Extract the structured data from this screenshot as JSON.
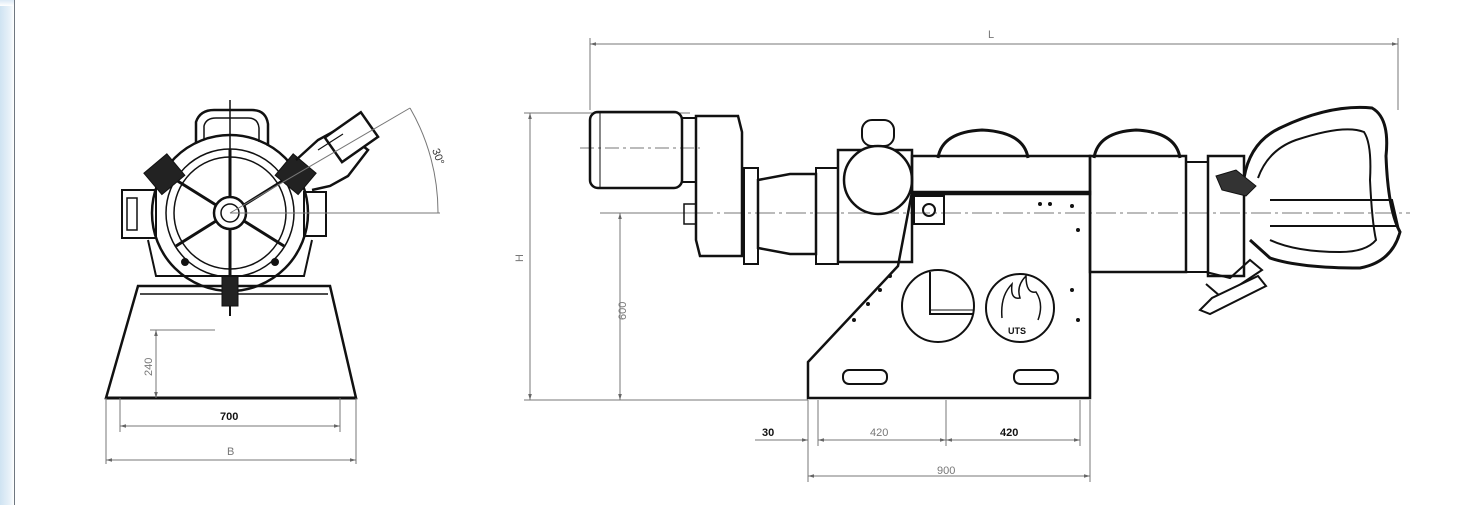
{
  "front_view": {
    "angle_label": "30°",
    "dim_240": "240",
    "dim_700": "700",
    "dim_B": "B"
  },
  "side_view": {
    "dim_L": "L",
    "dim_H": "H",
    "dim_600": "600",
    "dim_30": "30",
    "dim_420_left": "420",
    "dim_420_right": "420",
    "dim_900": "900",
    "logo_text": "UTS"
  },
  "colors": {
    "line": "#111111",
    "dim_line": "#888888",
    "frame_edge": "#6f7780"
  }
}
